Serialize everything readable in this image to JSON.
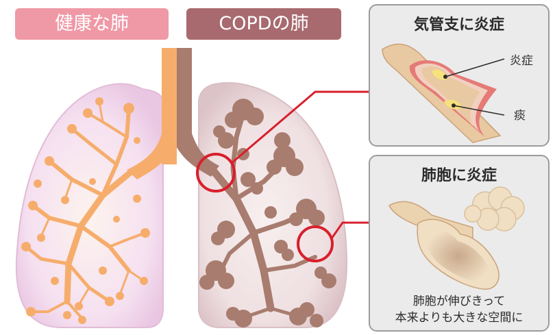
{
  "labels": {
    "healthy": "健康な肺",
    "copd": "COPDの肺"
  },
  "bronchi_panel": {
    "title": "気管支に炎症",
    "label_inflammation": "炎症",
    "label_sputum": "痰"
  },
  "alveoli_panel": {
    "title": "肺胞に炎症",
    "caption_line1": "肺胞が伸びきって",
    "caption_line2": "本来よりも大きな空間に"
  },
  "colors": {
    "healthy_tag": "#ef99a6",
    "copd_tag": "#a86a6f",
    "healthy_lung_fill": "#f4dcee",
    "healthy_bronchi": "#f6ad6c",
    "copd_lung_fill": "#ecdadd",
    "copd_bronchi": "#a87c6e",
    "highlight_circle": "#d81f2c",
    "panel_bg": "#ebebeb"
  }
}
